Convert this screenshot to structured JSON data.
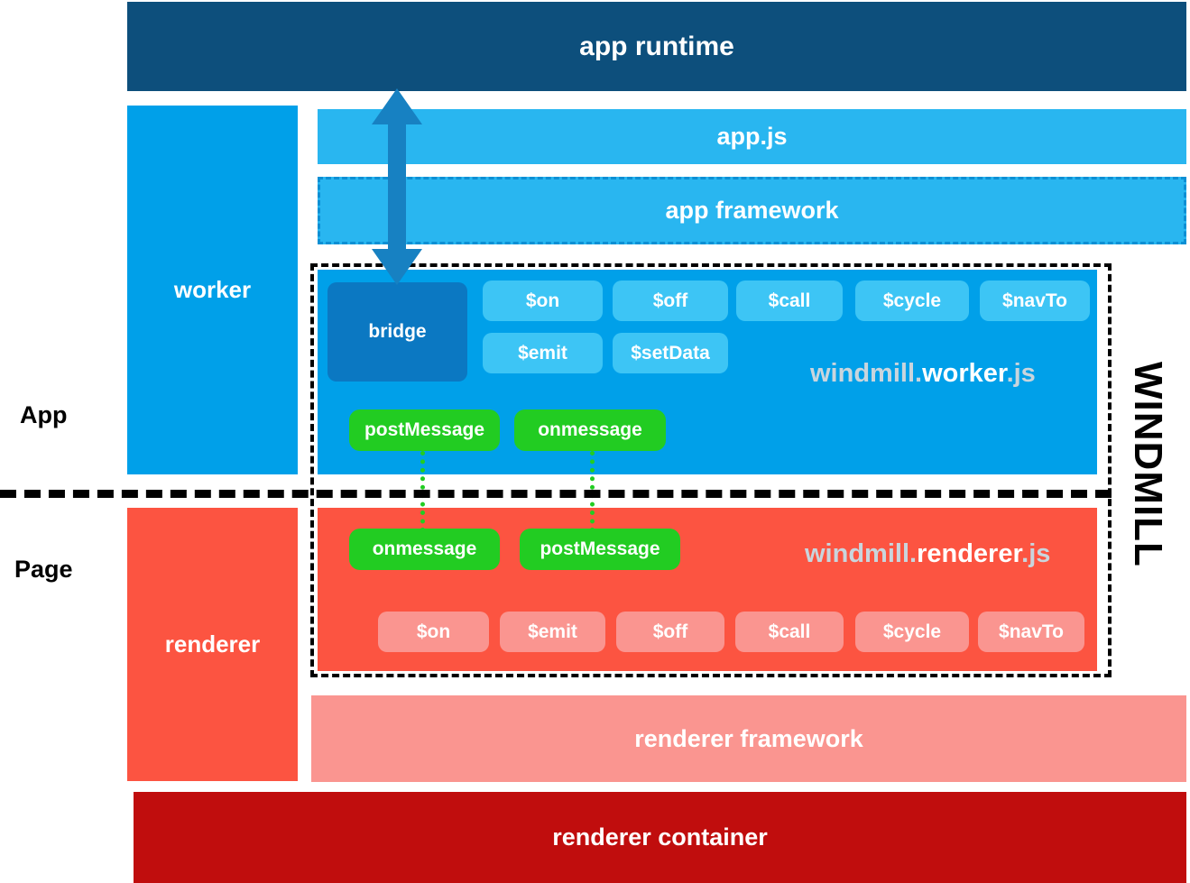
{
  "diagram": {
    "title": "WINDMILL",
    "app_runtime": "app runtime",
    "side_labels": {
      "app": "App",
      "page": "Page"
    },
    "columns": {
      "worker": "worker",
      "renderer": "renderer"
    },
    "app_stack": {
      "app_js": "app.js",
      "app_framework": "app framework"
    },
    "worker_panel": {
      "bridge": "bridge",
      "library_prefix": "windmill.",
      "library_name": "worker",
      "library_suffix": ".js",
      "api_row1": [
        "$on",
        "$off",
        "$call",
        "$cycle",
        "$navTo"
      ],
      "api_row2": [
        "$emit",
        "$setData"
      ],
      "messaging": [
        "postMessage",
        "onmessage"
      ]
    },
    "renderer_panel": {
      "library_prefix": "windmill.",
      "library_name": "renderer",
      "library_suffix": ".js",
      "messaging": [
        "onmessage",
        "postMessage"
      ],
      "api_row": [
        "$on",
        "$emit",
        "$off",
        "$call",
        "$cycle",
        "$navTo"
      ]
    },
    "bottom": {
      "renderer_framework": "renderer framework",
      "renderer_container": "renderer container"
    },
    "colors": {
      "app_runtime": "#0d4f7c",
      "worker": "#00a0e9",
      "app_light": "#29b6f0",
      "bridge": "#0b78c2",
      "worker_pill": "#3dc5f5",
      "renderer": "#fc5441",
      "renderer_pill": "#fa9590",
      "renderer_container": "#c00d0d",
      "message_green": "#22cc22",
      "arrow": "#1781c2",
      "outline": "#000000"
    }
  }
}
